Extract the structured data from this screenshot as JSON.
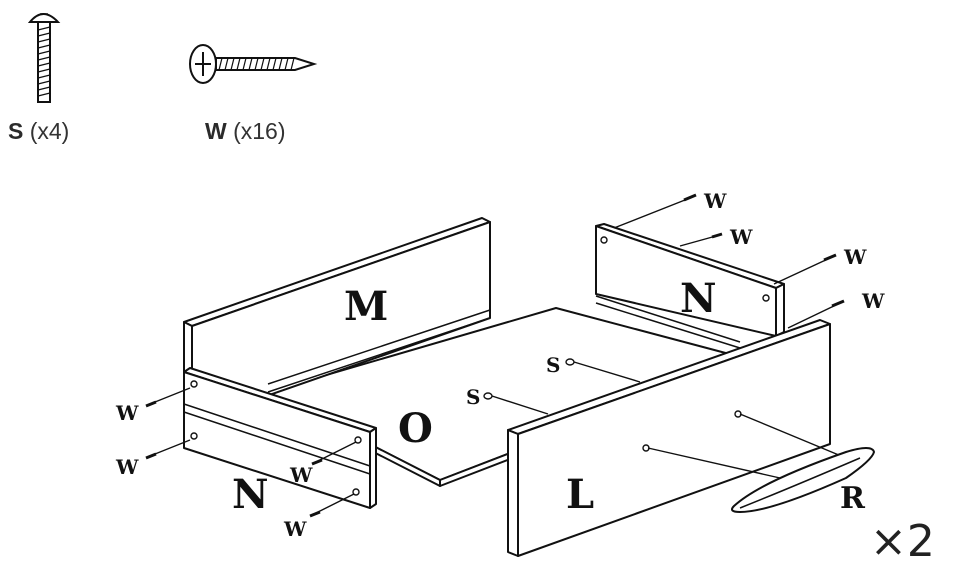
{
  "hardware": {
    "screw_s": {
      "letter": "S",
      "qty": "(x4)",
      "icon": "machine-screw-icon"
    },
    "screw_w": {
      "letter": "W",
      "qty": "(x16)",
      "icon": "wood-screw-icon"
    }
  },
  "parts": {
    "m": "M",
    "n_back": "N",
    "n_front": "N",
    "o": "O",
    "l": "L",
    "r": "R"
  },
  "screw_tags": {
    "s1": "S",
    "s2": "S",
    "w_top1": "W",
    "w_top2": "W",
    "w_top3": "W",
    "w_top4": "W",
    "w_left1": "W",
    "w_left2": "W",
    "w_left3": "W",
    "w_left4": "W"
  },
  "quantity": "×2",
  "colors": {
    "line": "#111111",
    "legend_text": "#333333",
    "background": "#ffffff"
  }
}
